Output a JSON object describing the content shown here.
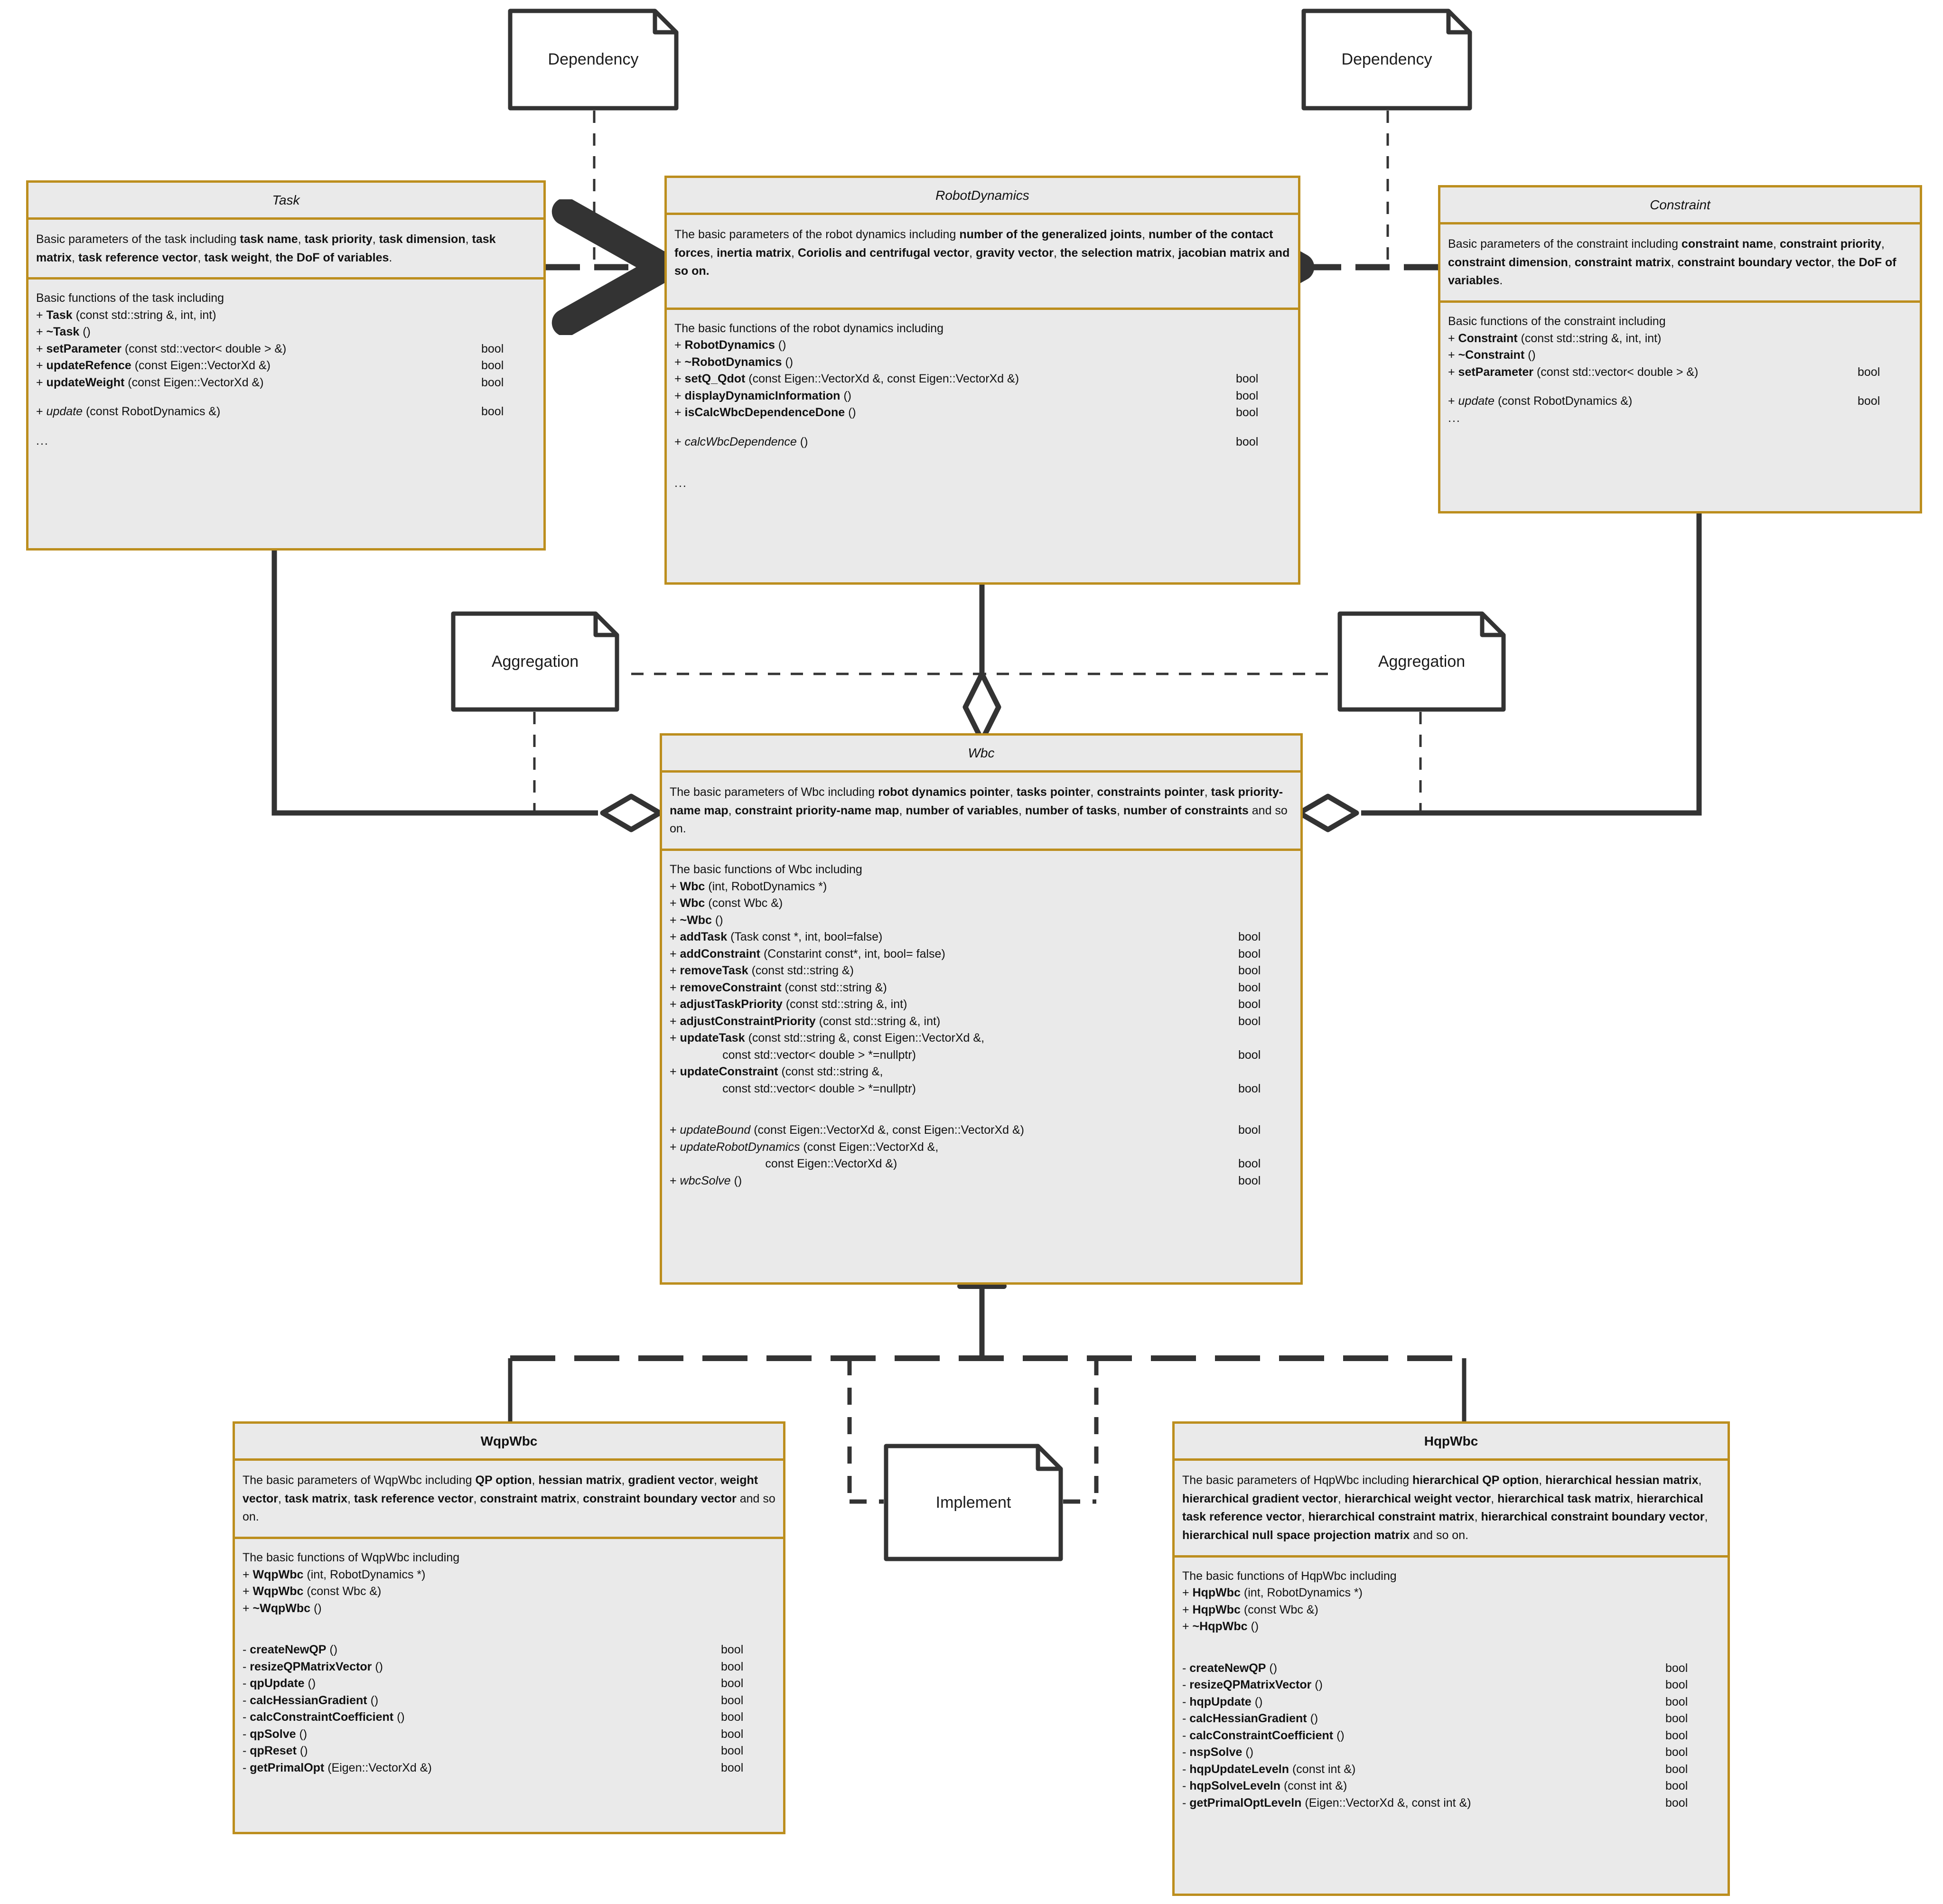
{
  "diagram": {
    "title_hidden": "",
    "accent_border": "#bc8e1e",
    "class_fill": "#eaeaea",
    "line_color": "#333333",
    "note_fill": "#ffffff"
  },
  "notes": [
    {
      "id": "dependency-left",
      "label": "Dependency"
    },
    {
      "id": "dependency-right",
      "label": "Dependency"
    },
    {
      "id": "aggregation-left",
      "label": "Aggregation"
    },
    {
      "id": "aggregation-right",
      "label": "Aggregation"
    },
    {
      "id": "implement",
      "label": "Implement"
    }
  ],
  "classes": {
    "task": {
      "name": "Task",
      "abstract": true,
      "attributes_intro": "Basic parameters of the task including ",
      "attributes_html": "Basic parameters of the task including <b>task name</b>, <b>task priority</b>, <b>task dimension</b>, <b>task matrix</b>, <b>task reference vector</b>, <b>task weight</b>, <b>the DoF of  variables</b>.",
      "operations_intro": "Basic functions of the task including",
      "operations": [
        {
          "vis": "+ ",
          "name": "Task",
          "abstract": false,
          "args": " (const std::string &, int, int)",
          "ret": ""
        },
        {
          "vis": "+ ",
          "name": "~Task",
          "abstract": false,
          "args": " ()",
          "ret": ""
        },
        {
          "vis": "+ ",
          "name": "setParameter",
          "abstract": false,
          "args": " (const std::vector< double > &)",
          "ret": "bool"
        },
        {
          "vis": "+ ",
          "name": "updateRefence",
          "abstract": false,
          "args": " (const Eigen::VectorXd &)",
          "ret": "bool"
        },
        {
          "vis": "+ ",
          "name": "updateWeight",
          "abstract": false,
          "args": " (const Eigen::VectorXd &)",
          "ret": "bool"
        },
        {
          "blank": true
        },
        {
          "vis": "+ ",
          "name": "update",
          "abstract": true,
          "args": " (const RobotDynamics &)",
          "ret": "bool"
        },
        {
          "blank": true
        },
        {
          "plain": "..."
        }
      ]
    },
    "robotdynamics": {
      "name": "RobotDynamics",
      "abstract": true,
      "attributes_html": "The basic parameters of the robot dynamics including <b>number of the generalized joints</b>, <b>number of the contact forces</b>, <b>inertia matrix</b>, <b>Coriolis and centrifugal vector</b>, <b>gravity vector</b>, <b>the selection matrix</b>, <b>jacobian matrix and so on.</b>",
      "operations_intro": "The basic functions of the robot dynamics including",
      "operations": [
        {
          "vis": "+ ",
          "name": "RobotDynamics",
          "abstract": false,
          "args": " ()",
          "ret": ""
        },
        {
          "vis": "+ ",
          "name": "~RobotDynamics",
          "abstract": false,
          "args": " ()",
          "ret": ""
        },
        {
          "vis": "+ ",
          "name": "setQ_Qdot",
          "abstract": false,
          "args": " (const Eigen::VectorXd &, const Eigen::VectorXd &)",
          "ret": "bool"
        },
        {
          "vis": "+ ",
          "name": "displayDynamicInformation",
          "abstract": false,
          "args": " ()",
          "ret": "bool"
        },
        {
          "vis": "+ ",
          "name": "isCalcWbcDependenceDone",
          "abstract": false,
          "args": " ()",
          "ret": "bool"
        },
        {
          "blank": true
        },
        {
          "vis": "+ ",
          "name": "calcWbcDependence",
          "abstract": true,
          "args": " ()",
          "ret": "bool"
        },
        {
          "blank": true
        },
        {
          "blank": true
        },
        {
          "plain": "..."
        }
      ]
    },
    "constraint": {
      "name": "Constraint",
      "abstract": true,
      "attributes_html": "Basic parameters of the constraint including <b>constraint name</b>, <b>constraint priority</b>, <b>constraint dimension</b>, <b>constraint matrix</b>, <b>constraint boundary vector</b>, <b>the DoF of  variables</b>.",
      "operations_intro": "Basic functions of the constraint including",
      "operations": [
        {
          "vis": "+ ",
          "name": "Constraint",
          "abstract": false,
          "args": " (const std::string &, int, int)",
          "ret": ""
        },
        {
          "vis": "+ ",
          "name": "~Constraint",
          "abstract": false,
          "args": " ()",
          "ret": ""
        },
        {
          "vis": "+ ",
          "name": "setParameter",
          "abstract": false,
          "args": " (const std::vector< double > &)",
          "ret": "bool"
        },
        {
          "blank": true
        },
        {
          "vis": "+ ",
          "name": "update",
          "abstract": true,
          "args": " (const RobotDynamics &)",
          "ret": "bool"
        },
        {
          "plain": "..."
        }
      ]
    },
    "wbc": {
      "name": "Wbc",
      "abstract": true,
      "attributes_html": "The basic parameters of Wbc including <b>robot dynamics pointer</b>, <b>tasks pointer</b>, <b>constraints pointer</b>, <b>task priority-name map</b>, <b>constraint priority-name map</b>, <b>number of variables</b>, <b>number of tasks</b>, <b>number of constraints</b> and so on.",
      "operations_intro": "The basic functions of Wbc including",
      "operations": [
        {
          "vis": "+ ",
          "name": "Wbc",
          "abstract": false,
          "args": " (int, RobotDynamics *)",
          "ret": ""
        },
        {
          "vis": "+ ",
          "name": "Wbc",
          "abstract": false,
          "args": " (const Wbc &)",
          "ret": ""
        },
        {
          "vis": "+ ",
          "name": "~Wbc",
          "abstract": false,
          "args": " ()",
          "ret": ""
        },
        {
          "vis": "+ ",
          "name": "addTask",
          "abstract": false,
          "args": " (Task const *, int, bool=false)",
          "ret": "bool"
        },
        {
          "vis": "+ ",
          "name": "addConstraint",
          "abstract": false,
          "args": " (Constarint const*, int, bool= false)",
          "ret": "bool"
        },
        {
          "vis": "+ ",
          "name": "removeTask",
          "abstract": false,
          "args": " (const std::string &)",
          "ret": "bool"
        },
        {
          "vis": "+ ",
          "name": "removeConstraint",
          "abstract": false,
          "args": " (const std::string &)",
          "ret": "bool"
        },
        {
          "vis": "+ ",
          "name": "adjustTaskPriority",
          "abstract": false,
          "args": " (const std::string &, int)",
          "ret": "bool"
        },
        {
          "vis": "+ ",
          "name": "adjustConstraintPriority",
          "abstract": false,
          "args": " (const std::string &, int)",
          "ret": "bool"
        },
        {
          "vis": "+ ",
          "name": "updateTask",
          "abstract": false,
          "args": " (const std::string &, const Eigen::VectorXd &,",
          "ret": ""
        },
        {
          "plain": "                const std::vector< double > *=nullptr)",
          "ret": "bool"
        },
        {
          "vis": "+ ",
          "name": "updateConstraint",
          "abstract": false,
          "args": " (const std::string &,",
          "ret": ""
        },
        {
          "plain": "                const std::vector< double > *=nullptr)",
          "ret": "bool"
        },
        {
          "blank": true
        },
        {
          "blank": true
        },
        {
          "vis": "+ ",
          "name": "updateBound",
          "abstract": true,
          "args": " (const Eigen::VectorXd &, const Eigen::VectorXd &)",
          "ret": "bool"
        },
        {
          "vis": "+ ",
          "name": "updateRobotDynamics",
          "abstract": true,
          "args": " (const Eigen::VectorXd &,",
          "ret": ""
        },
        {
          "plain": "                             const Eigen::VectorXd &)",
          "ret": "bool"
        },
        {
          "vis": "+ ",
          "name": "wbcSolve",
          "abstract": true,
          "args": " ()",
          "ret": "bool"
        }
      ]
    },
    "wqpwbc": {
      "name": "WqpWbc",
      "abstract": false,
      "attributes_html": "The basic parameters of WqpWbc including <b>QP option</b>, <b>hessian matrix</b>, <b>gradient vector</b>, <b>weight vector</b>, <b>task matrix</b>, <b>task reference vector</b>, <b>constraint matrix</b>, <b>constraint boundary vector</b> and so on.",
      "operations_intro": "The basic functions of WqpWbc including",
      "operations": [
        {
          "vis": "+ ",
          "name": "WqpWbc",
          "abstract": false,
          "args": " (int, RobotDynamics *)",
          "ret": ""
        },
        {
          "vis": "+ ",
          "name": "WqpWbc",
          "abstract": false,
          "args": " (const Wbc &)",
          "ret": ""
        },
        {
          "vis": "+ ",
          "name": "~WqpWbc",
          "abstract": false,
          "args": " ()",
          "ret": ""
        },
        {
          "blank": true
        },
        {
          "blank": true
        },
        {
          "vis": "- ",
          "name": "createNewQP",
          "abstract": false,
          "args": " ()",
          "ret": "bool"
        },
        {
          "vis": "- ",
          "name": "resizeQPMatrixVector",
          "abstract": false,
          "args": " ()",
          "ret": "bool"
        },
        {
          "vis": "- ",
          "name": "qpUpdate",
          "abstract": false,
          "args": " ()",
          "ret": "bool"
        },
        {
          "vis": "- ",
          "name": "calcHessianGradient",
          "abstract": false,
          "args": " ()",
          "ret": "bool"
        },
        {
          "vis": "- ",
          "name": "calcConstraintCoefficient",
          "abstract": false,
          "args": " ()",
          "ret": "bool"
        },
        {
          "vis": "- ",
          "name": "qpSolve",
          "abstract": false,
          "args": " ()",
          "ret": "bool"
        },
        {
          "vis": "- ",
          "name": "qpReset",
          "abstract": false,
          "args": " ()",
          "ret": "bool"
        },
        {
          "vis": "- ",
          "name": "getPrimalOpt",
          "abstract": false,
          "args": " (Eigen::VectorXd &)",
          "ret": "bool"
        }
      ]
    },
    "hqpwbc": {
      "name": "HqpWbc",
      "abstract": false,
      "attributes_html": "The basic parameters of HqpWbc including <b>hierarchical QP option</b>, <b>hierarchical hessian matrix</b>, <b>hierarchical gradient vector</b>, <b>hierarchical weight vector</b>, <b>hierarchical task matrix</b>, <b>hierarchical task reference vector</b>, <b>hierarchical constraint matrix</b>, <b>hierarchical constraint boundary vector</b>, <b>hierarchical null space projection matrix</b> and so on.",
      "operations_intro": "The basic functions of HqpWbc including",
      "operations": [
        {
          "vis": "+ ",
          "name": "HqpWbc",
          "abstract": false,
          "args": " (int, RobotDynamics *)",
          "ret": ""
        },
        {
          "vis": "+ ",
          "name": "HqpWbc",
          "abstract": false,
          "args": " (const Wbc &)",
          "ret": ""
        },
        {
          "vis": "+ ",
          "name": "~HqpWbc",
          "abstract": false,
          "args": " ()",
          "ret": ""
        },
        {
          "blank": true
        },
        {
          "blank": true
        },
        {
          "vis": "- ",
          "name": "createNewQP",
          "abstract": false,
          "args": " ()",
          "ret": "bool"
        },
        {
          "vis": "- ",
          "name": "resizeQPMatrixVector",
          "abstract": false,
          "args": " ()",
          "ret": "bool"
        },
        {
          "vis": "- ",
          "name": "hqpUpdate",
          "abstract": false,
          "args": " ()",
          "ret": "bool"
        },
        {
          "vis": "- ",
          "name": "calcHessianGradient",
          "abstract": false,
          "args": " ()",
          "ret": "bool"
        },
        {
          "vis": "- ",
          "name": "calcConstraintCoefficient",
          "abstract": false,
          "args": " ()",
          "ret": "bool"
        },
        {
          "vis": "- ",
          "name": "nspSolve",
          "abstract": false,
          "args": " ()",
          "ret": "bool"
        },
        {
          "vis": "- ",
          "name": "hqpUpdateLeveln",
          "abstract": false,
          "args": " (const int &)",
          "ret": "bool"
        },
        {
          "vis": "- ",
          "name": "hqpSolveLeveln",
          "abstract": false,
          "args": " (const int &)",
          "ret": "bool"
        },
        {
          "vis": "- ",
          "name": "getPrimalOptLeveln",
          "abstract": false,
          "args": " (Eigen::VectorXd &, const int &)",
          "ret": "bool"
        }
      ]
    }
  }
}
